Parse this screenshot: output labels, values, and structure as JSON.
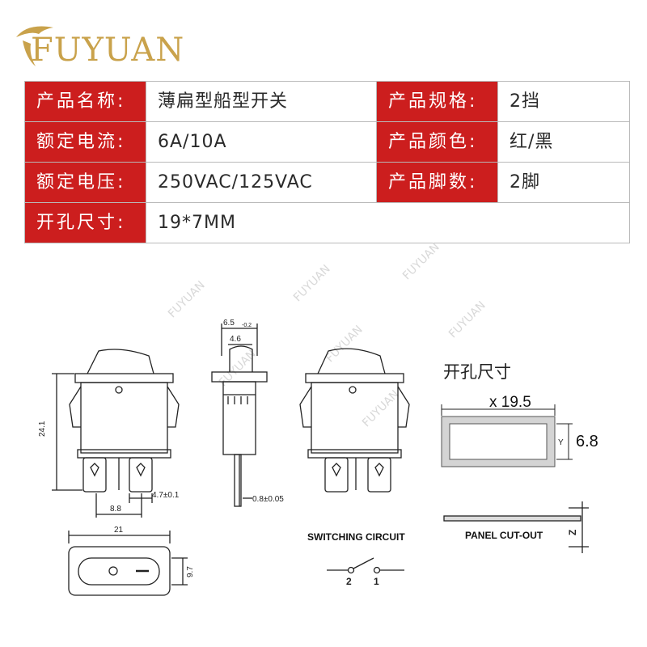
{
  "logo": {
    "text": "FUYUAN"
  },
  "spec_table": {
    "rows": [
      {
        "label1": "产品名称:",
        "value1": "薄扁型船型开关",
        "label2": "产品规格:",
        "value2": "2挡"
      },
      {
        "label1": "额定电流:",
        "value1": "6A/10A",
        "label2": "产品颜色:",
        "value2": "红/黑"
      },
      {
        "label1": "额定电压:",
        "value1": "250VAC/125VAC",
        "label2": "产品脚数:",
        "value2": "2脚"
      },
      {
        "label1": "开孔尺寸:",
        "value1": "19*7MM"
      }
    ]
  },
  "watermark": "FUYUAN",
  "drawing": {
    "height_dim": "24.1",
    "pin_width_dim": "4.7±0.1",
    "pin_pitch_dim": "8.8",
    "side_top_dim": "6.5",
    "side_top_tol": "-0.2",
    "side_inner_dim": "4.6",
    "pin_thickness_dim": "0.8±0.05",
    "bottom_width_dim": "21",
    "bottom_height_dim": "9.7"
  },
  "cutout": {
    "title": "开孔尺寸",
    "x_label": "x 19.5",
    "y_label": "Y",
    "y_value": "6.8"
  },
  "circuit": {
    "title": "SWITCHING CIRCUIT",
    "terminal_left": "2",
    "terminal_right": "1"
  },
  "panel": {
    "label": "PANEL CUT-OUT",
    "z_label": "Z"
  },
  "colors": {
    "header_red": "#cc1e1e",
    "logo_gold": "#c9a24b"
  }
}
